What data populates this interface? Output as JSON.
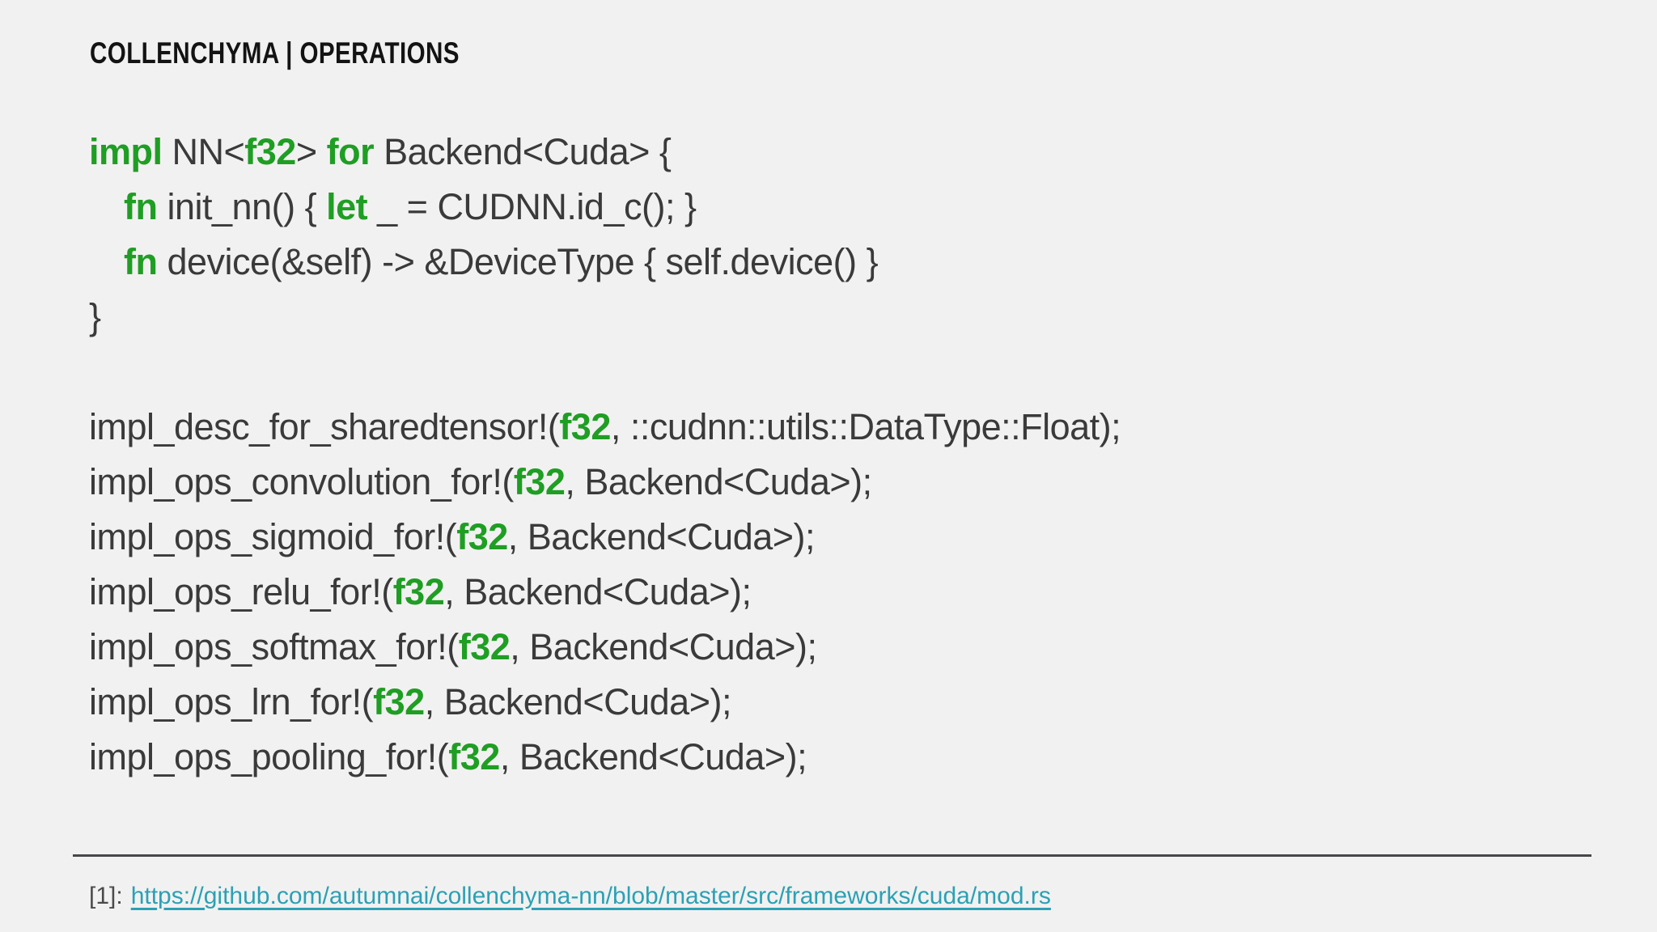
{
  "slide": {
    "title": "COLLENCHYMA | OPERATIONS"
  },
  "colors": {
    "background": "#f2f1f1",
    "title_text": "#131313",
    "code_text": "#3b3a3a",
    "keyword_green": "#1f9e24",
    "link_teal": "#2ba1b5",
    "footnote_text": "#4a4a4a",
    "divider_gray": "#47474a"
  },
  "code": {
    "lines": [
      {
        "indent": false,
        "segments": [
          {
            "t": "impl",
            "k": true
          },
          {
            "t": " NN<"
          },
          {
            "t": "f32",
            "k": true
          },
          {
            "t": "> "
          },
          {
            "t": "for",
            "k": true
          },
          {
            "t": " Backend<Cuda> {"
          }
        ]
      },
      {
        "indent": true,
        "segments": [
          {
            "t": "fn",
            "k": true
          },
          {
            "t": " init_nn() { "
          },
          {
            "t": "let",
            "k": true
          },
          {
            "t": " _ = CUDNN.id_c(); }"
          }
        ]
      },
      {
        "indent": true,
        "segments": [
          {
            "t": "fn",
            "k": true
          },
          {
            "t": " device(&self) -> &DeviceType { self.device() }"
          }
        ]
      },
      {
        "indent": false,
        "segments": [
          {
            "t": "}"
          }
        ]
      },
      {
        "indent": false,
        "segments": []
      },
      {
        "indent": false,
        "segments": [
          {
            "t": "impl_desc_for_sharedtensor!("
          },
          {
            "t": "f32",
            "k": true
          },
          {
            "t": ", ::cudnn::utils::DataType::Float);"
          }
        ]
      },
      {
        "indent": false,
        "segments": [
          {
            "t": "impl_ops_convolution_for!("
          },
          {
            "t": "f32",
            "k": true
          },
          {
            "t": ", Backend<Cuda>);"
          }
        ]
      },
      {
        "indent": false,
        "segments": [
          {
            "t": "impl_ops_sigmoid_for!("
          },
          {
            "t": "f32",
            "k": true
          },
          {
            "t": ", Backend<Cuda>);"
          }
        ]
      },
      {
        "indent": false,
        "segments": [
          {
            "t": "impl_ops_relu_for!("
          },
          {
            "t": "f32",
            "k": true
          },
          {
            "t": ", Backend<Cuda>);"
          }
        ]
      },
      {
        "indent": false,
        "segments": [
          {
            "t": "impl_ops_softmax_for!("
          },
          {
            "t": "f32",
            "k": true
          },
          {
            "t": ", Backend<Cuda>);"
          }
        ]
      },
      {
        "indent": false,
        "segments": [
          {
            "t": "impl_ops_lrn_for!("
          },
          {
            "t": "f32",
            "k": true
          },
          {
            "t": ", Backend<Cuda>);"
          }
        ]
      },
      {
        "indent": false,
        "segments": [
          {
            "t": "impl_ops_pooling_for!("
          },
          {
            "t": "f32",
            "k": true
          },
          {
            "t": ", Backend<Cuda>);"
          }
        ]
      }
    ]
  },
  "footer": {
    "ref_label": "[1]:",
    "link_text": "https://github.com/autumnai/collenchyma-nn/blob/master/src/frameworks/cuda/mod.rs"
  }
}
